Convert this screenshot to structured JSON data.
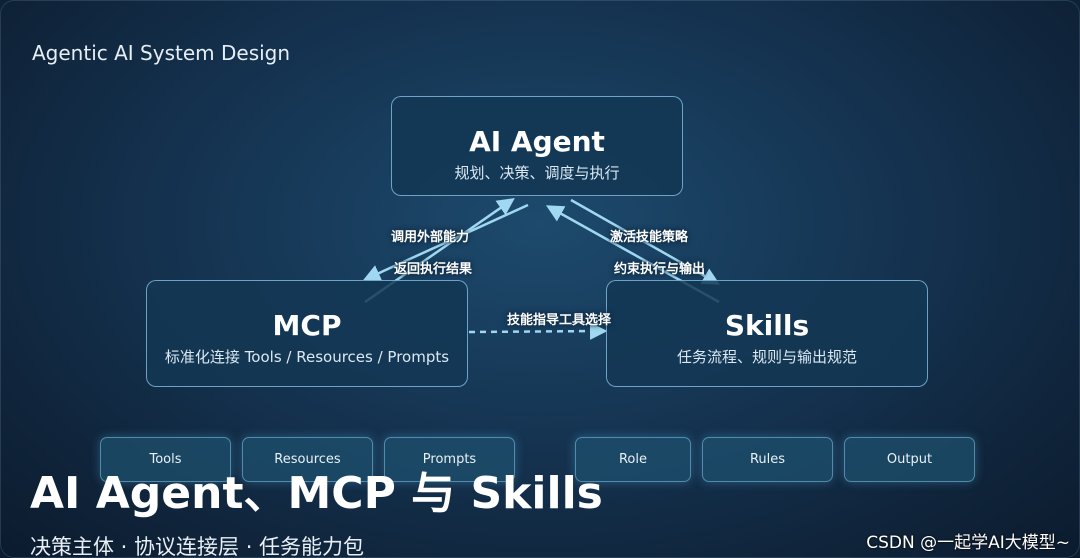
{
  "title": "Agentic AI System Design",
  "nodes": {
    "agent": {
      "title": "AI Agent",
      "subtitle": "规划、决策、调度与执行"
    },
    "mcp": {
      "title": "MCP",
      "subtitle": "标准化连接 Tools / Resources / Prompts"
    },
    "skills": {
      "title": "Skills",
      "subtitle": "任务流程、规则与输出规范"
    }
  },
  "edges": {
    "call_external": "调用外部能力",
    "return_result": "返回执行结果",
    "activate_skill": "激活技能策略",
    "constrain_output": "约束执行与输出",
    "guide_tool_choice": "技能指导工具选择"
  },
  "mcp_components": [
    "Tools",
    "Resources",
    "Prompts"
  ],
  "skills_components": [
    "Role",
    "Rules",
    "Output"
  ],
  "hero": {
    "title": "AI Agent、MCP 与 Skills",
    "subtitle": "决策主体 · 协议连接层 · 任务能力包"
  },
  "watermark": "CSDN @一起学AI大模型~",
  "colors": {
    "arrow": "#9fd8f0",
    "node_border": "#8cc8eb",
    "background": "#153452"
  }
}
